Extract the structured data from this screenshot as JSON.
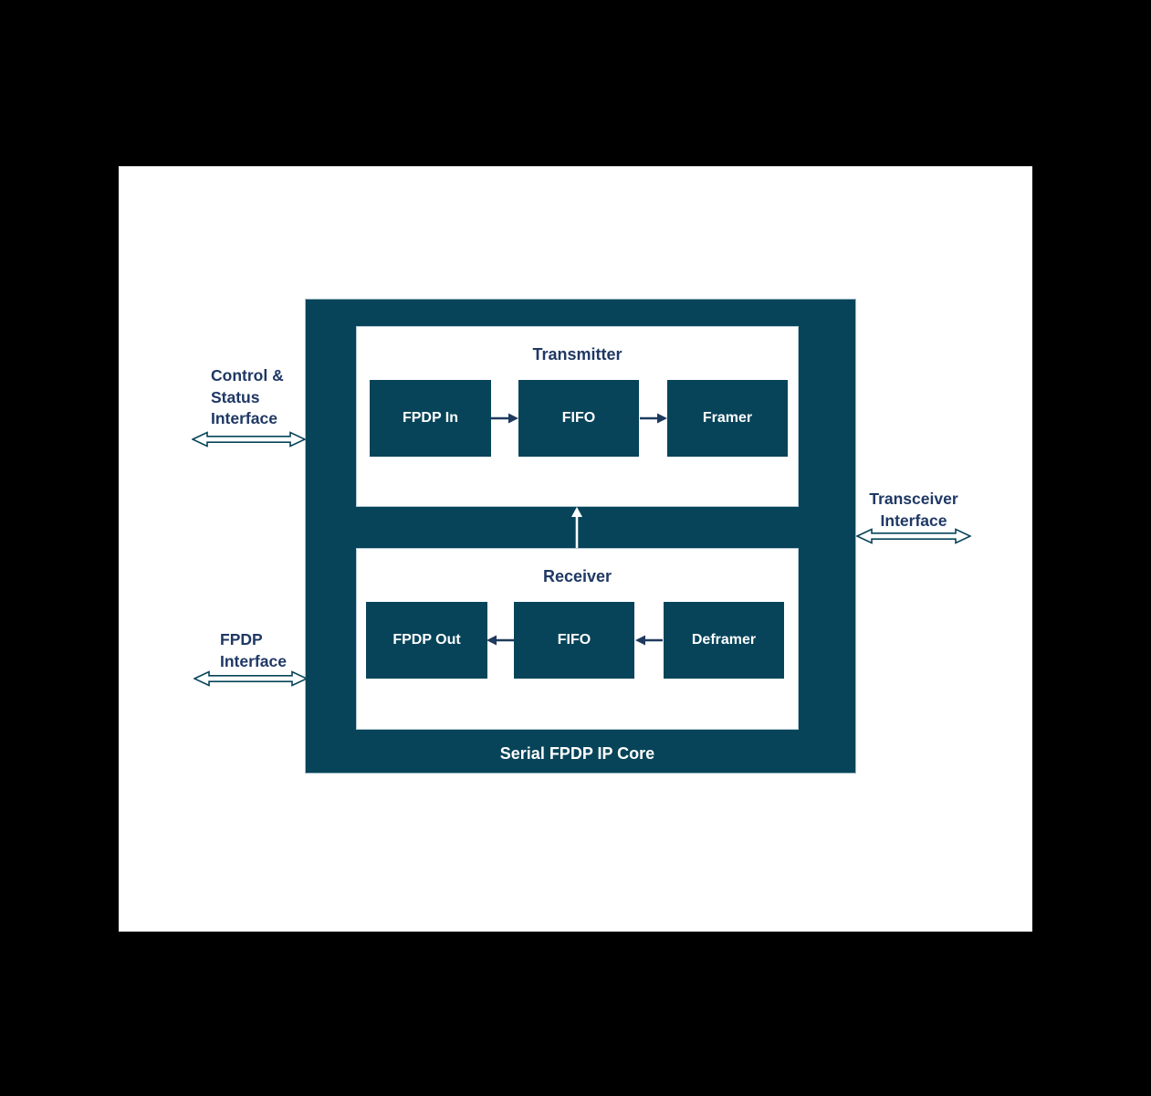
{
  "diagram": {
    "core_label": "Serial FPDP IP Core",
    "transmitter": {
      "title": "Transmitter",
      "blocks": [
        "FPDP In",
        "FIFO",
        "Framer"
      ],
      "flow_direction": "right"
    },
    "receiver": {
      "title": "Receiver",
      "blocks": [
        "FPDP Out",
        "FIFO",
        "Deframer"
      ],
      "flow_direction": "left"
    },
    "interfaces": {
      "control_status": {
        "lines": [
          "Control &",
          "Status",
          "Interface"
        ],
        "arrow": "bidirectional"
      },
      "fpdp": {
        "lines": [
          "FPDP",
          "Interface"
        ],
        "arrow": "bidirectional"
      },
      "transceiver": {
        "lines": [
          "Transceiver",
          "Interface"
        ],
        "arrow": "bidirectional"
      }
    },
    "colors": {
      "background": "#000000",
      "canvas": "#ffffff",
      "core_fill": "#074459",
      "label_text": "#1f3864",
      "block_text": "#ffffff",
      "connector": "#1f3a5f",
      "internal_arrow": "#ffffff"
    }
  }
}
